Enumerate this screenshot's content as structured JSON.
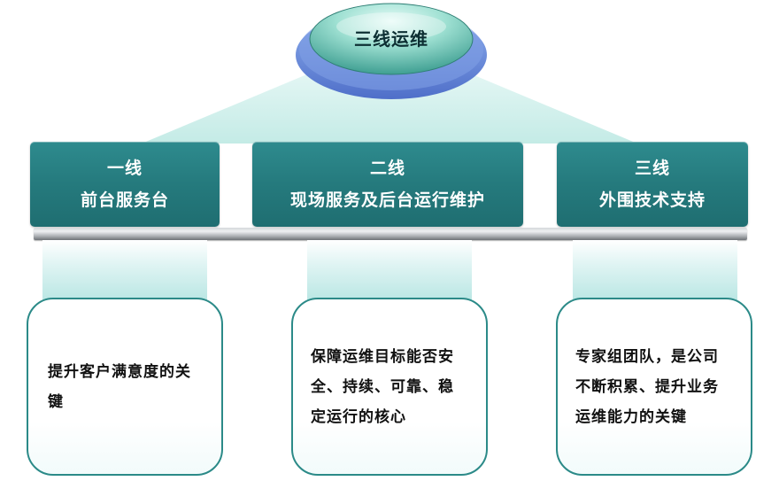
{
  "hub": {
    "label": "三线运维"
  },
  "tiers": [
    {
      "level": "一线",
      "name": "前台服务台",
      "description": "提升客户满意度的关键"
    },
    {
      "level": "二线",
      "name": "现场服务及后台运行维护",
      "description": "保障运维目标能否安全、持续、可靠、稳定运行的核心"
    },
    {
      "level": "三线",
      "name": "外围技术支持",
      "description": "专家组团队，是公司不断积累、提升业务运维能力的关键"
    }
  ],
  "colors": {
    "tier_fill": "#257a7d",
    "hub_fill": "#6cc2b4",
    "card_border": "#2b8a88",
    "fan": "#cdeeea"
  }
}
